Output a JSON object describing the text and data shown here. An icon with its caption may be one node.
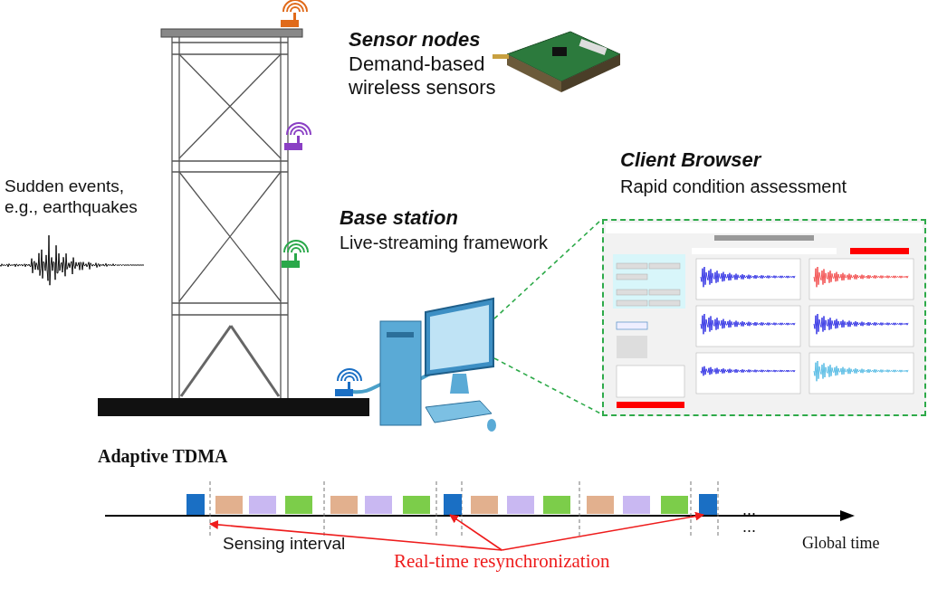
{
  "diagram": {
    "nodes": [
      {
        "text": [],
        "shape": "picture"
      },
      {
        "text": [
          "Client Browser",
          "Rapid condition assessment"
        ]
      },
      {
        "text": [
          "Real-time resynchronization"
        ]
      },
      {
        "text": [],
        "shape": "box"
      },
      {
        "text": [],
        "shape": "line"
      },
      {
        "text": [],
        "shape": "box"
      },
      {
        "text": [],
        "shape": "box"
      }
    ],
    "edges": [
      {
        "from": 0,
        "to": 1,
        "arrow": "none",
        "style": "dashed",
        "color": "#2eaa4a"
      },
      {
        "from": 0,
        "to": 1,
        "arrow": "none",
        "style": "dashed",
        "color": "#2eaa4a"
      },
      {
        "from": 2,
        "to": 4,
        "arrow": "to",
        "color": "#ee1c1c"
      },
      {
        "from": 2,
        "to": 5,
        "arrow": "to",
        "color": "#ee1c1c"
      },
      {
        "from": 2,
        "to": 6,
        "arrow": "to",
        "color": "#ee1c1c"
      }
    ],
    "labels": [
      "Sensor nodes",
      "Demand-based wireless sensors",
      "Sudden events, e.g., earthquakes",
      "Base station",
      "Live-streaming framework",
      "Adaptive TDMA",
      "...",
      "...",
      "Sensing interval",
      "Global time"
    ]
  }
}
